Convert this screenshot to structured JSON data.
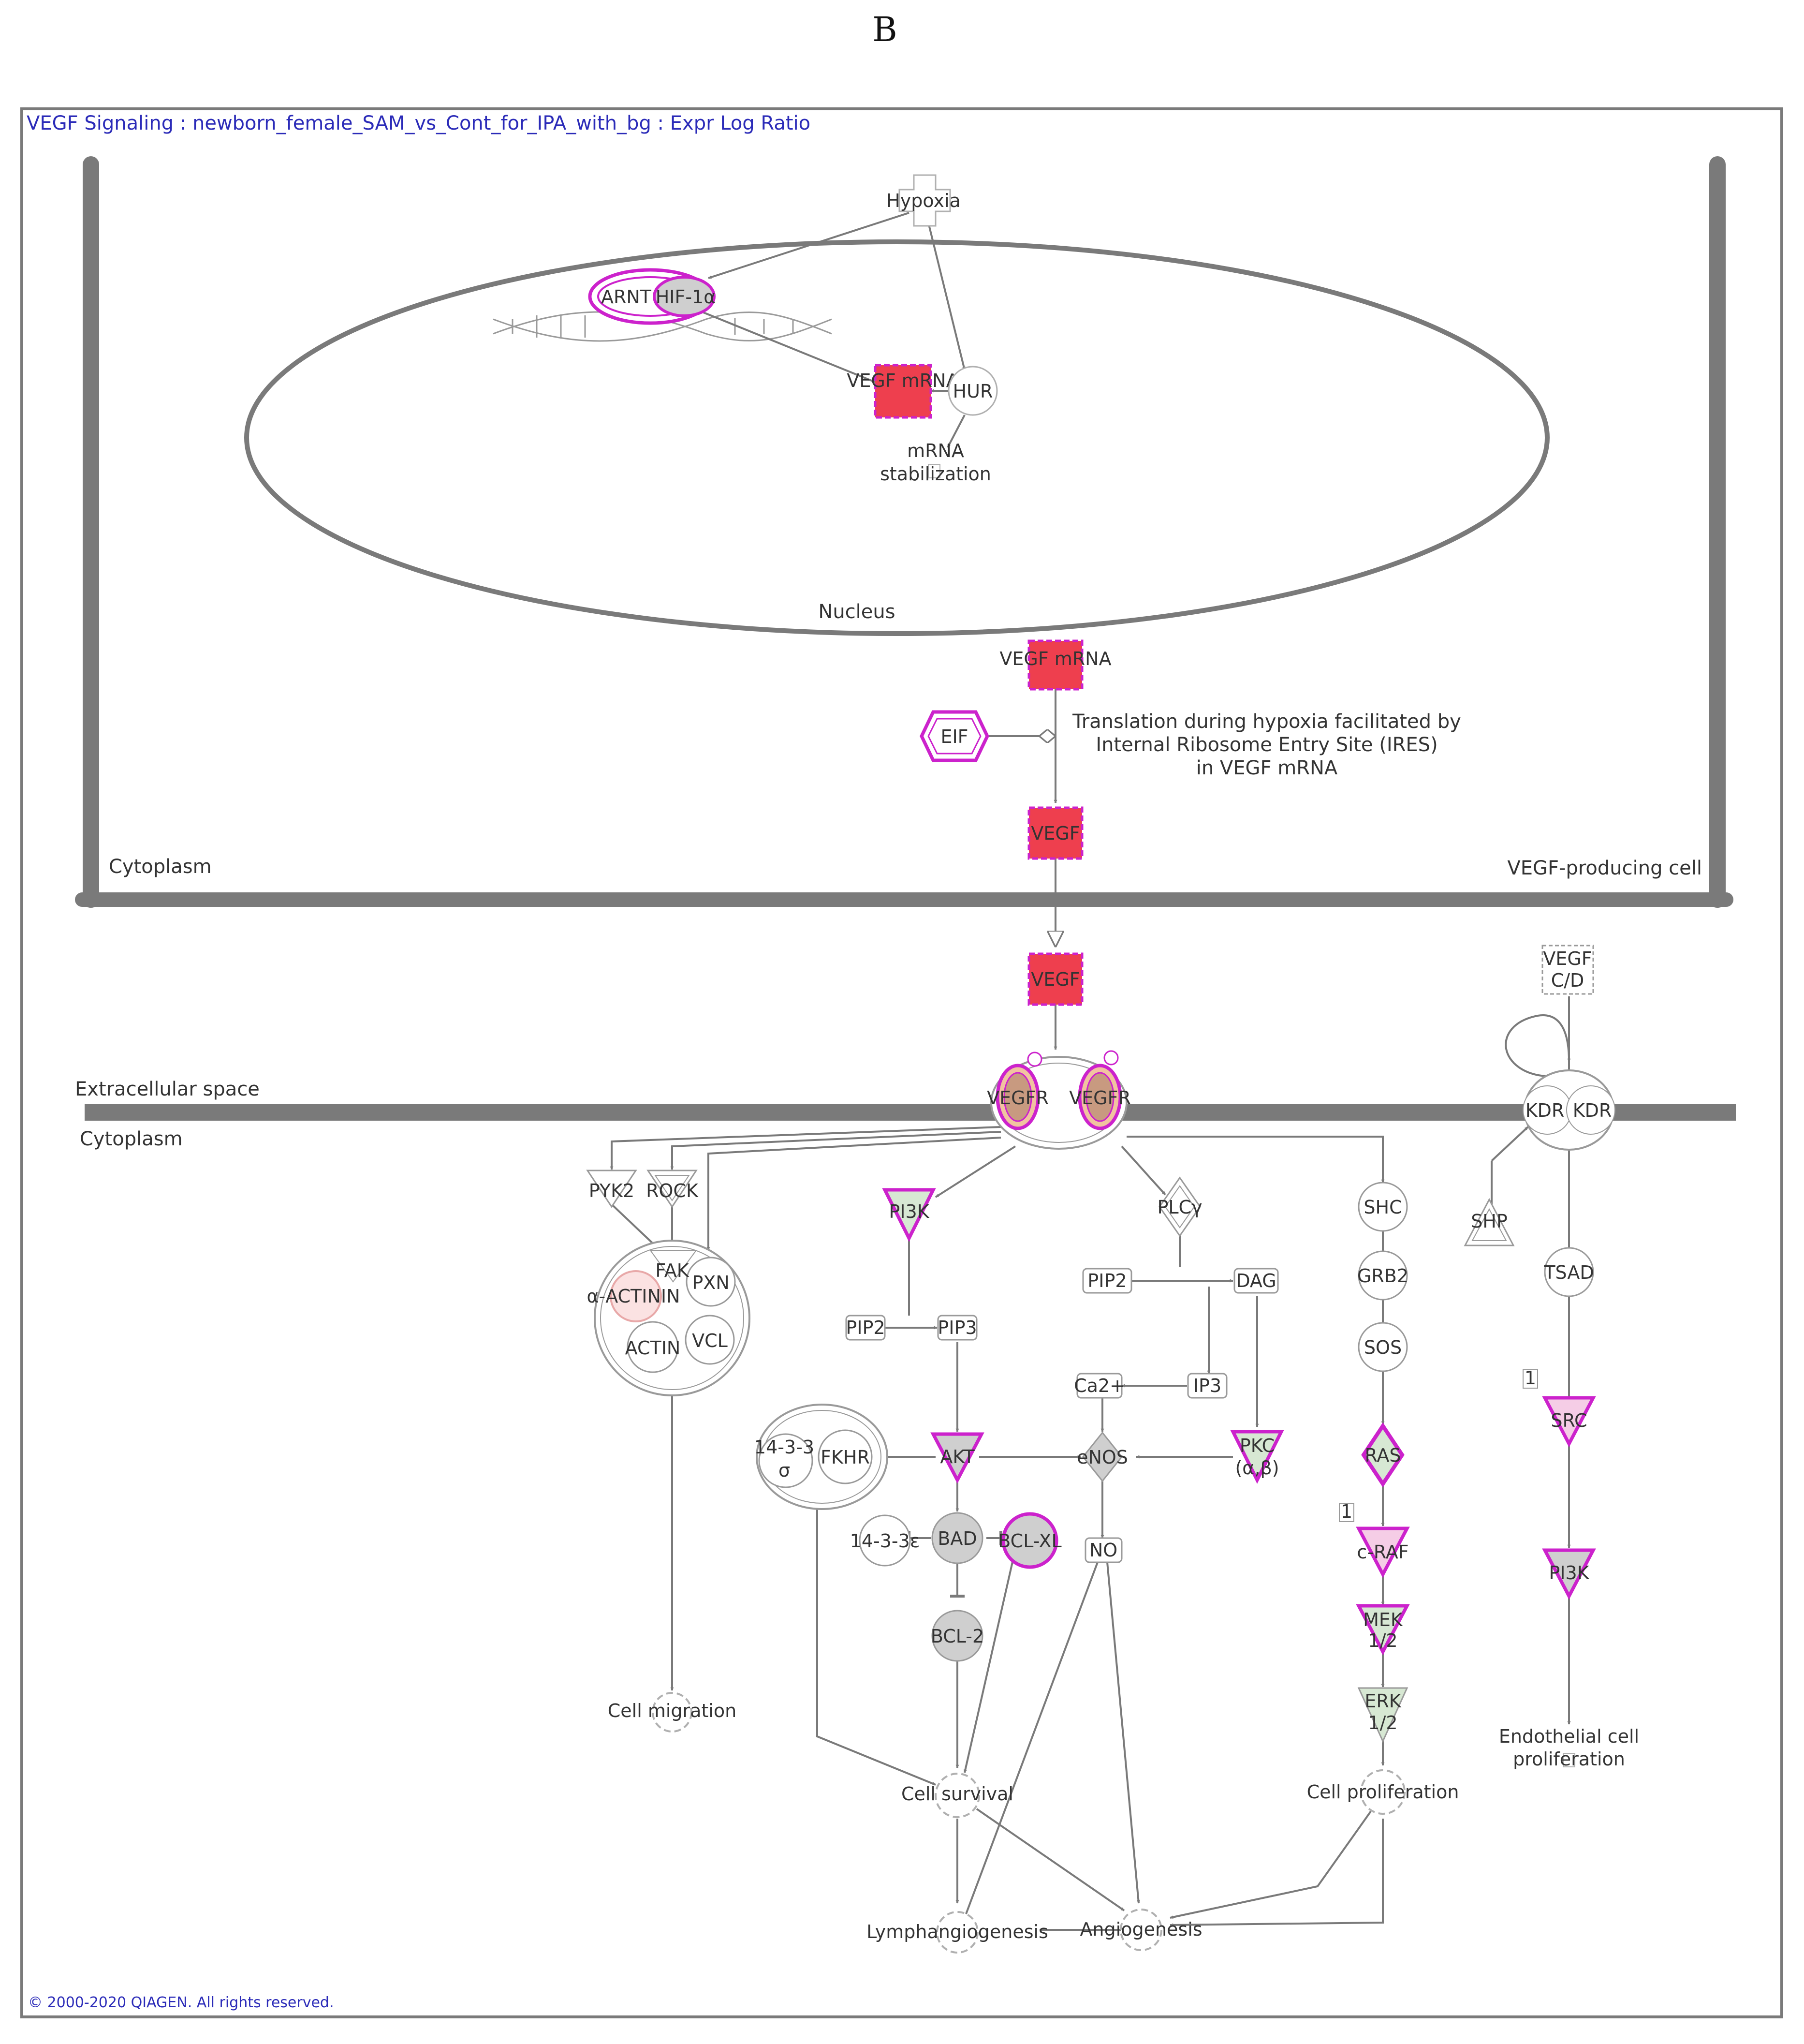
{
  "panel_label": "B",
  "title": "VEGF Signaling : newborn_female_SAM_vs_Cont_for_IPA_with_bg : Expr Log Ratio",
  "copyright": "© 2000-2020 QIAGEN. All rights reserved.",
  "compartments": {
    "nucleus": "Nucleus",
    "cytoplasm_upper": "Cytoplasm",
    "vegf_producing_cell": "VEGF-producing cell",
    "extracellular": "Extracellular space",
    "cytoplasm_lower": "Cytoplasm"
  },
  "note": {
    "line1": "Translation during hypoxia facilitated by",
    "line2": "Internal Ribosome Entry Site (IRES)",
    "line3": "in VEGF mRNA"
  },
  "nodes": {
    "hypoxia": "Hypoxia",
    "arnt": "ARNT",
    "hif1a": "HIF-1α",
    "vegf_mrna_1": "VEGF mRNA",
    "hur": "HUR",
    "mrna_stab_1": "mRNA",
    "mrna_stab_2": "stabilization",
    "vegf_mrna_2": "VEGF mRNA",
    "eif": "EIF",
    "vegf_1": "VEGF",
    "vegf_2": "VEGF",
    "vegf_cd_1": "VEGF",
    "vegf_cd_2": "C/D",
    "vegfr_1": "VEGFR",
    "vegfr_2": "VEGFR",
    "kdr_1": "KDR",
    "kdr_2": "KDR",
    "pyk2": "PYK2",
    "rock": "ROCK",
    "fak": "FAK",
    "alpha_actinin": "α-ACTININ",
    "pxn": "PXN",
    "actin": "ACTIN",
    "vcl": "VCL",
    "pi3k_1": "PI3K",
    "plcg": "PLCγ",
    "pip2_1": "PIP2",
    "pip3": "PIP3",
    "pip2_2": "PIP2",
    "dag": "DAG",
    "ca2": "Ca2+",
    "ip3": "IP3",
    "shc": "SHC",
    "grb2": "GRB2",
    "sos": "SOS",
    "shp": "SHP",
    "tsad": "TSAD",
    "src": "SRC",
    "badge_1": "1",
    "badge_2": "1",
    "s1433s_1": "14-3-3",
    "s1433s_2": "σ",
    "fkhr": "FKHR",
    "akt": "AKT",
    "enos": "eNOS",
    "pkc_1": "PKC",
    "pkc_2": "(α,β)",
    "ras": "RAS",
    "craf": "c-RAF",
    "s1433e": "14-3-3ε",
    "bad": "BAD",
    "bclxl": "BCL-XL",
    "no": "NO",
    "mek_1": "MEK",
    "mek_2": "1/2",
    "pi3k_2": "PI3K",
    "erk_1": "ERK",
    "erk_2": "1/2",
    "bcl2": "BCL-2",
    "cell_migration": "Cell migration",
    "cell_survival": "Cell survival",
    "cell_proliferation": "Cell proliferation",
    "endo_1": "Endothelial cell",
    "endo_2": "proliferation",
    "lymphangiogenesis": "Lymphangiogenesis",
    "angiogenesis": "Angiogenesis"
  },
  "colors": {
    "upregulated": "#ee3f4e",
    "highlight": "#cc22cc",
    "membrane": "#7a7a7a",
    "node_gray": "#cfcfcf",
    "node_green": "#d7e8d3",
    "node_pink": "#f5cde6",
    "link_blue": "#2b2bb8"
  }
}
